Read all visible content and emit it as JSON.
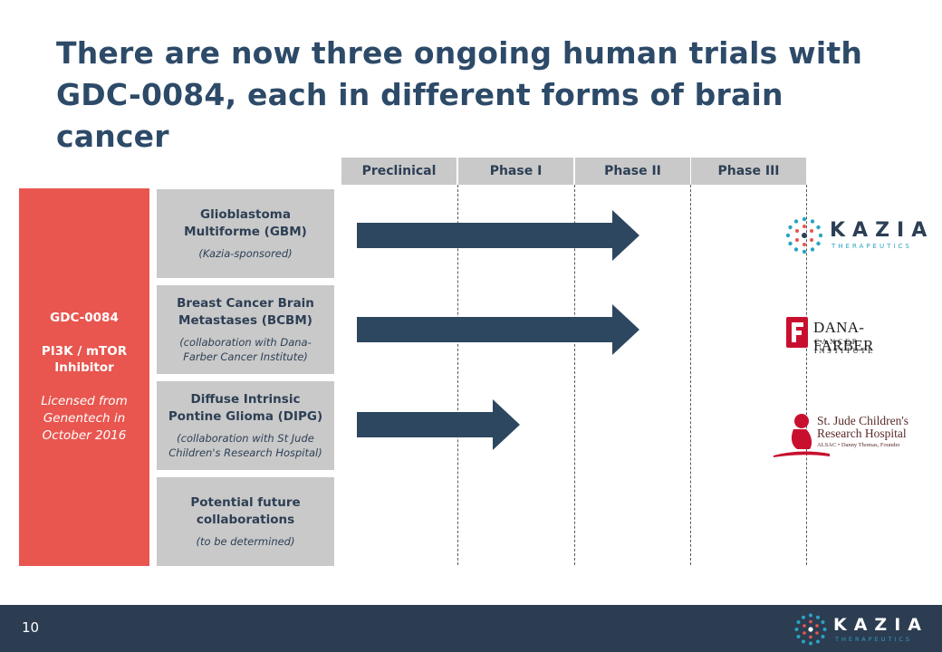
{
  "title": "There are now three ongoing human trials with GDC-0084, each in different forms of brain cancer",
  "phases": [
    "Preclinical",
    "Phase I",
    "Phase II",
    "Phase III"
  ],
  "drug": {
    "name": "GDC-0084",
    "mechanism_line1": "PI3K / mTOR",
    "mechanism_line2": "Inhibitor",
    "license_line1": "Licensed from",
    "license_line2": "Genentech in",
    "license_line3": "October 2016"
  },
  "trials": [
    {
      "title_line1": "Glioblastoma",
      "title_line2": "Multiforme (GBM)",
      "sub_line1": "(Kazia-sponsored)",
      "sub_line2": "",
      "sponsor": "KAZIA",
      "sponsor_sub": "THERAPEUTICS",
      "progress_phase": "Phase II"
    },
    {
      "title_line1": "Breast Cancer Brain",
      "title_line2": "Metastases (BCBM)",
      "sub_line1": "(collaboration with Dana-",
      "sub_line2": "Farber Cancer Institute)",
      "sponsor": "DANA-FARBER",
      "sponsor_sub": "CANCER INSTITUTE",
      "progress_phase": "Phase II"
    },
    {
      "title_line1": "Diffuse Intrinsic",
      "title_line2": "Pontine Glioma (DIPG)",
      "sub_line1": "(collaboration with St Jude",
      "sub_line2": "Children's Research Hospital)",
      "sponsor": "St. Jude Children's Research Hospital",
      "sponsor_line1": "St. Jude Children's",
      "sponsor_line2": "Research Hospital",
      "sponsor_sub": "ALSAC • Danny Thomas, Founder",
      "progress_phase": "Phase I"
    },
    {
      "title_line1": "Potential future",
      "title_line2": "collaborations",
      "sub_line1": "(to be determined)",
      "sub_line2": ""
    }
  ],
  "footer": {
    "page_number": "10",
    "logo_word": "KAZIA",
    "logo_sub": "THERAPEUTICS"
  },
  "colors": {
    "drug_box": "#e8564f",
    "arrow": "#2d4760",
    "header_bg": "#c9c9c9",
    "footer_bg": "#2c3d52",
    "title": "#2d4a68"
  }
}
